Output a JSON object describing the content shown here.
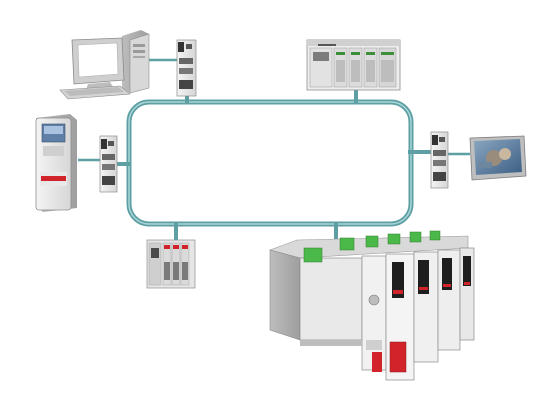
{
  "diagram": {
    "type": "network-topology",
    "topology": "ring",
    "colors": {
      "network_line": "#5e9fa3",
      "network_line_highlight": "#9fd0d2",
      "device_body": "#e3e3e3",
      "device_shadow": "#b9b9b9",
      "terminal_green": "#4bb84a",
      "brand_red": "#d2232a",
      "monitor_screen": "#2f6fb8"
    },
    "nodes": [
      {
        "id": "pc",
        "icon": "desktop-computer-icon",
        "link": "switch-top-left"
      },
      {
        "id": "switch-top-left",
        "icon": "network-switch-icon"
      },
      {
        "id": "plc-chassis",
        "icon": "plc-chassis-icon"
      },
      {
        "id": "drive",
        "icon": "variable-frequency-drive-icon",
        "link": "switch-left"
      },
      {
        "id": "switch-left",
        "icon": "network-switch-icon"
      },
      {
        "id": "switch-right",
        "icon": "network-switch-icon"
      },
      {
        "id": "hmi",
        "icon": "operator-panel-icon",
        "link": "switch-right"
      },
      {
        "id": "io-block",
        "icon": "distributed-io-icon"
      },
      {
        "id": "servo-drives",
        "icon": "servo-drive-rack-icon"
      }
    ]
  }
}
